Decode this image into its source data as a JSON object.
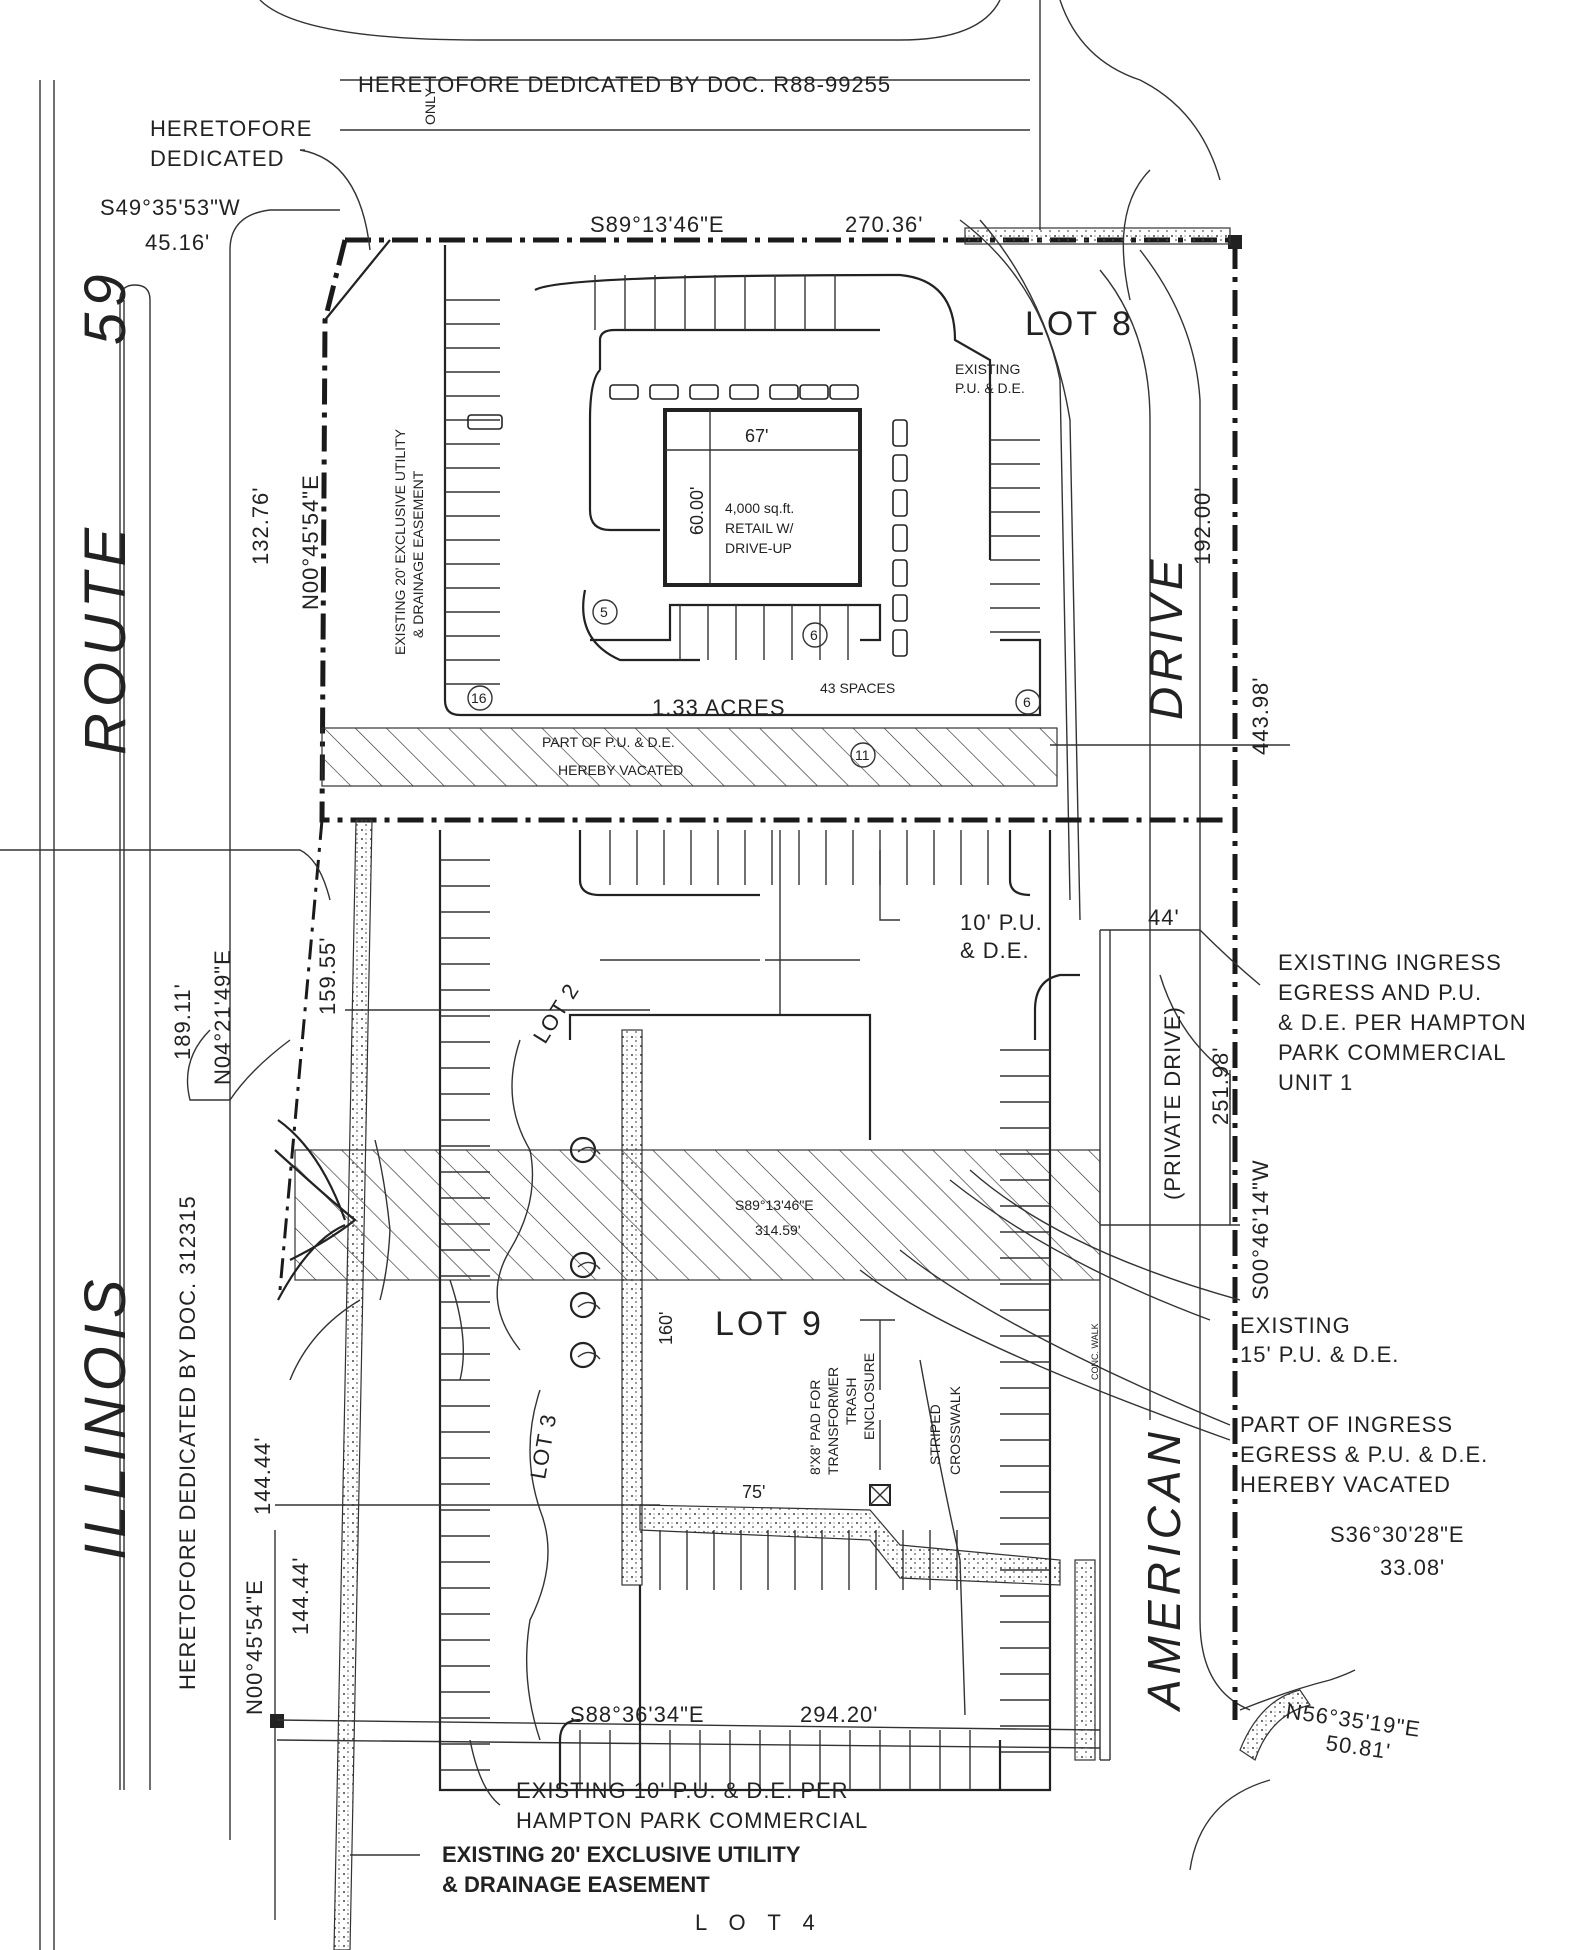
{
  "labels": {
    "heretofore_dedicated_doc": "HERETOFORE DEDICATED BY DOC. R88-99255",
    "only": "ONLY",
    "heretofore_dedicated_1": "HERETOFORE",
    "heretofore_dedicated_2": "DEDICATED",
    "bearing_nw_1": "S49°35'53\"W",
    "bearing_nw_2": "45.16'",
    "bearing_top": "S89°13'46\"E",
    "dist_top": "270.36'",
    "lot8": "LOT 8",
    "existing_pude_1": "EXISTING",
    "existing_pude_2": "P.U. & D.E.",
    "dim_67": "67'",
    "dim_60": "60.00'",
    "bldg_1": "4,000 sq.ft.",
    "bldg_2": "RETAIL W/",
    "bldg_3": "DRIVE-UP",
    "easement_20_1": "EXISTING 20' EXCLUSIVE UTILITY",
    "easement_20_2": "& DRAINAGE EASEMENT",
    "dist_132": "132.76'",
    "bearing_n00_top": "N00°45'54\"E",
    "dist_192": "192.00'",
    "dist_443": "443.98'",
    "drive": "DRIVE",
    "route": "ROUTE",
    "route_59": "59",
    "acres": "1.33 ACRES",
    "spaces": "43 SPACES",
    "vacated_pude_1": "PART OF P.U. & D.E.",
    "vacated_pude_2": "HEREBY VACATED",
    "count_5": "5",
    "count_6a": "6",
    "count_16": "16",
    "count_6b": "6",
    "count_11": "11",
    "pude10_1": "10' P.U.",
    "pude10_2": "& D.E.",
    "dist_44": "44'",
    "ingress_1": "EXISTING INGRESS",
    "ingress_2": "EGRESS AND   P.U.",
    "ingress_3": "& D.E. PER HAMPTON",
    "ingress_4": "PARK COMMERCIAL",
    "ingress_5": "UNIT 1",
    "private_drive": "(PRIVATE DRIVE)",
    "dist_251": "251.98'",
    "bearing_s00": "S00°46'14\"W",
    "dist_189": "189.11'",
    "bearing_n04": "N04°21'49\"E",
    "dist_159": "159.55'",
    "lot2": "LOT 2",
    "bearing_mid": "S89°13'46\"E",
    "dist_314": "314.59'",
    "existing15_1": "EXISTING",
    "existing15_2": "15' P.U. & D.E.",
    "lot9": "LOT 9",
    "dim_160": "160'",
    "pad_1": "8'X8' PAD FOR",
    "pad_2": "TRANSFORMER",
    "trash_1": "TRASH",
    "trash_2": "ENCLOSURE",
    "crosswalk_1": "STRIPED",
    "crosswalk_2": "CROSSWALK",
    "conc_walk": "CONC. WALK",
    "part_ingress_1": "PART OF INGRESS",
    "part_ingress_2": "EGRESS & P.U. & D.E.",
    "part_ingress_3": "HEREBY VACATED",
    "illinois": "ILLINOIS",
    "heretofore_312315": "HERETOFORE DEDICATED BY DOC. 312315",
    "dist_144a": "144.44'",
    "dist_144b": "144.44'",
    "bearing_n00_bot": "N00°45'54\"E",
    "lot3": "LOT 3",
    "dim_75": "75'",
    "american": "AMERICAN",
    "bearing_s36_1": "S36°30'28\"E",
    "bearing_s36_2": "33.08'",
    "bearing_n56_1": "N56°35'19\"E",
    "bearing_n56_2": "50.81'",
    "bearing_bot": "S88°36'34\"E",
    "dist_294": "294.20'",
    "existing10_1": "EXISTING 10' P.U. & D.E. PER",
    "existing10_2": "HAMPTON PARK COMMERCIAL",
    "easement_bot_1": "EXISTING 20' EXCLUSIVE UTILITY",
    "easement_bot_2": "& DRAINAGE EASEMENT",
    "lot4": "L O T    4"
  },
  "colors": {
    "ink": "#222222",
    "paper": "#ffffff"
  }
}
